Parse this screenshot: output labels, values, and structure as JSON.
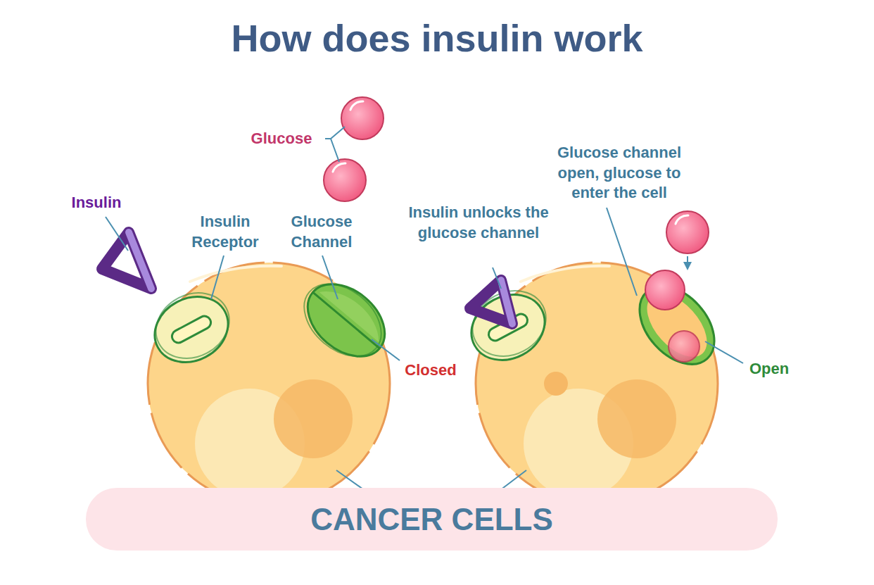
{
  "diagram": {
    "title": "How does insulin work",
    "nodes": [
      {
        "text": [
          "CANCER CELLS"
        ]
      }
    ],
    "labels": [
      "Glucose",
      "Insulin",
      "Insulin Receptor",
      "Glucose Channel",
      "Closed",
      "Insulin unlocks the glucose channel",
      "Glucose channel open, glucose to enter the cell",
      "Open"
    ]
  }
}
